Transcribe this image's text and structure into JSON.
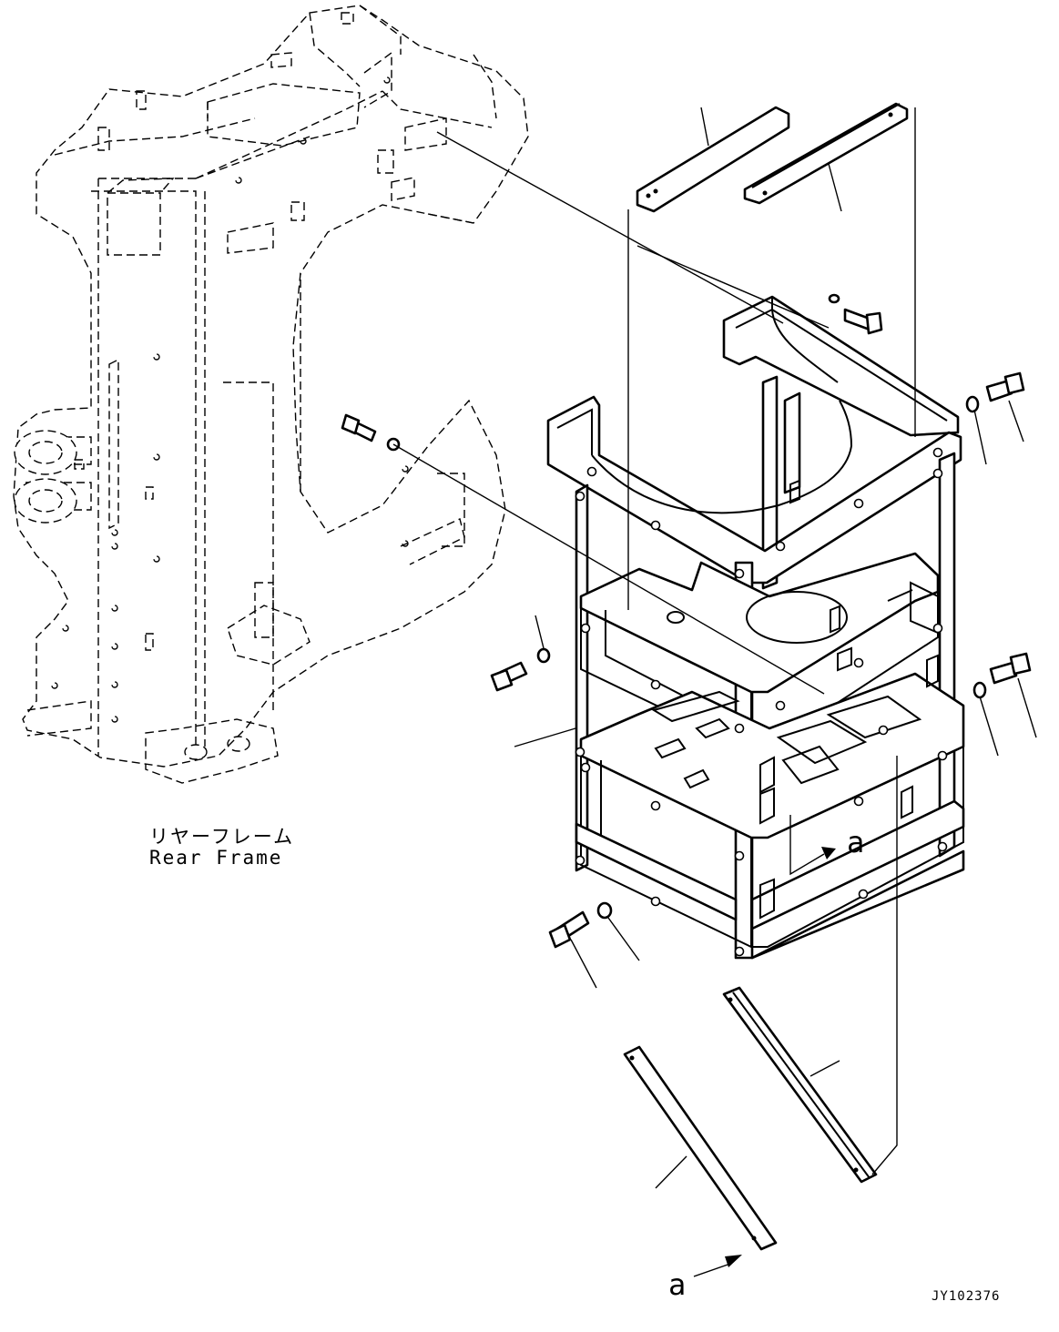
{
  "labels": {
    "rear_frame_jp": "リヤーフレーム",
    "rear_frame_en": "Rear Frame",
    "view_a_top": "a",
    "view_a_bottom": "a",
    "drawing_code": "JY102376"
  }
}
